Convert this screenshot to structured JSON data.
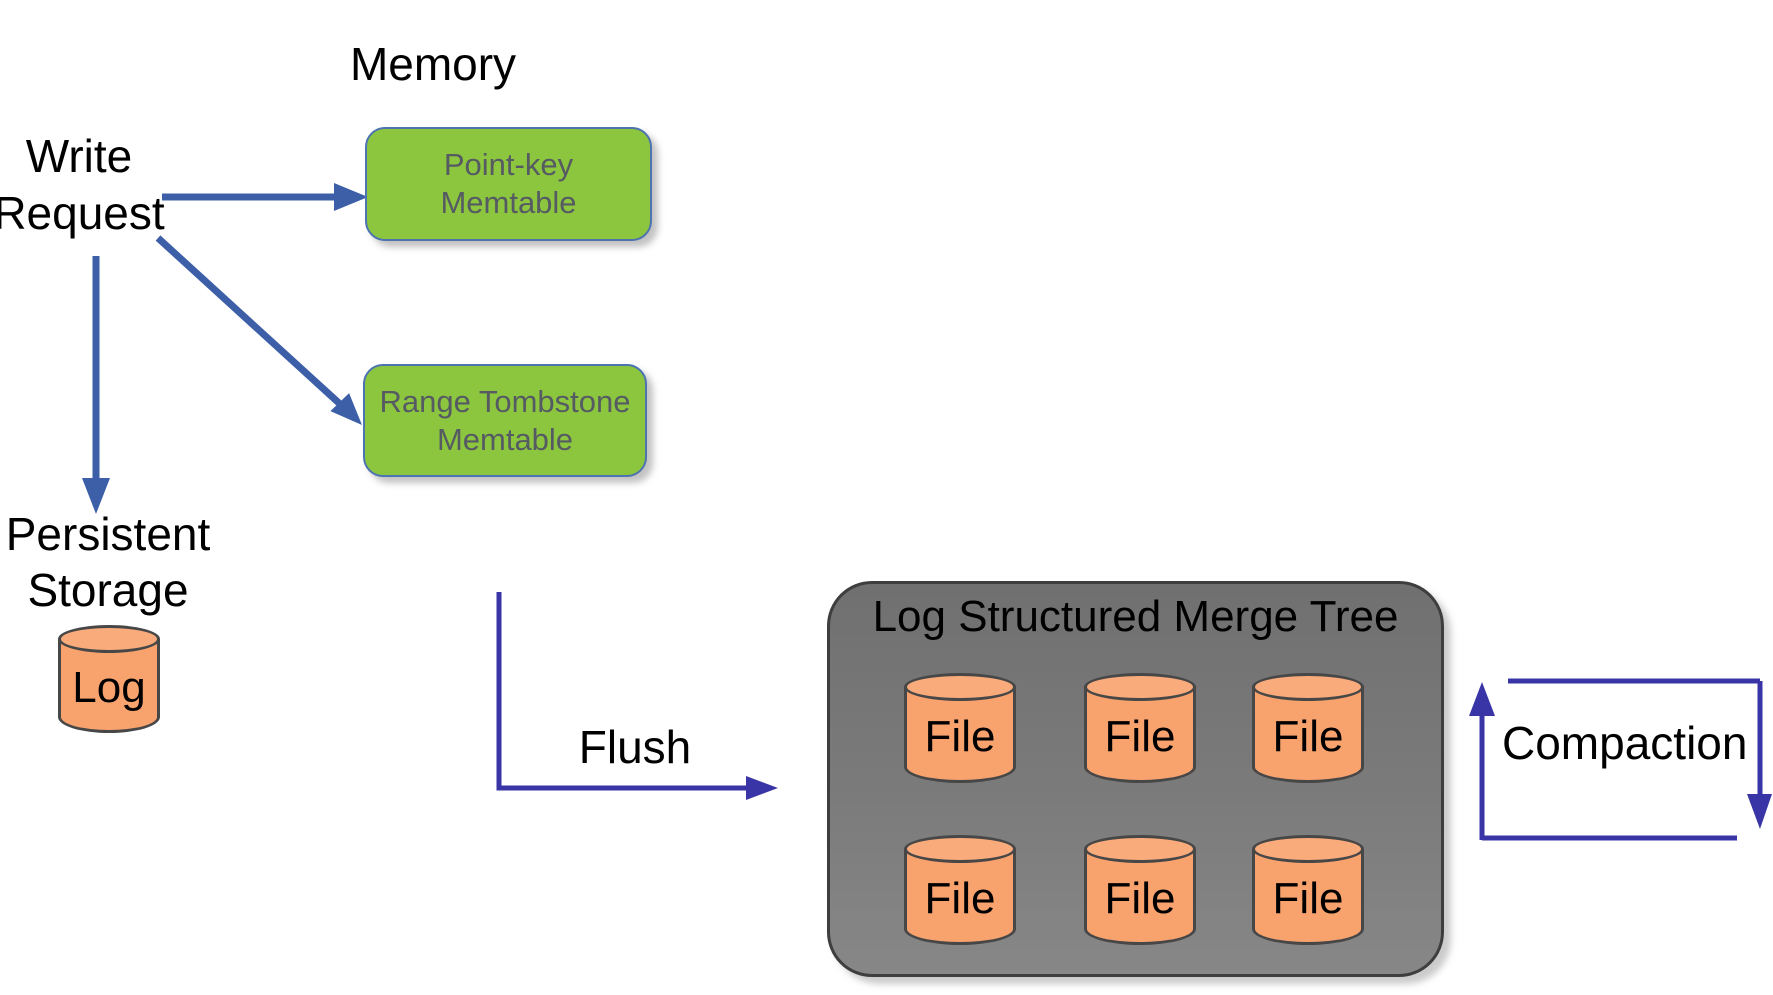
{
  "colors": {
    "steel_blue": "#3D5FA8",
    "indigo": "#3A35A6",
    "green_fill": "#8CC63E",
    "green_border": "#4D74B0",
    "green_text": "#565B63",
    "orange_fill": "#F8A26E",
    "orange_top": "#FAAB7B",
    "cyl_border": "#474747",
    "gray_border": "#3E3E3E"
  },
  "labels": {
    "memory_title": "Memory",
    "write_request_line1": "Write",
    "write_request_line2": "Request",
    "point_key_line1": "Point-key",
    "point_key_line2": "Memtable",
    "range_tombstone_line1": "Range Tombstone",
    "range_tombstone_line2": "Memtable",
    "persistent_line1": "Persistent",
    "persistent_line2": "Storage",
    "log_cylinder": "Log",
    "flush": "Flush",
    "lsm_title": "Log Structured Merge Tree",
    "compaction": "Compaction"
  },
  "lsm": {
    "files": [
      "File",
      "File",
      "File",
      "File",
      "File",
      "File"
    ]
  }
}
